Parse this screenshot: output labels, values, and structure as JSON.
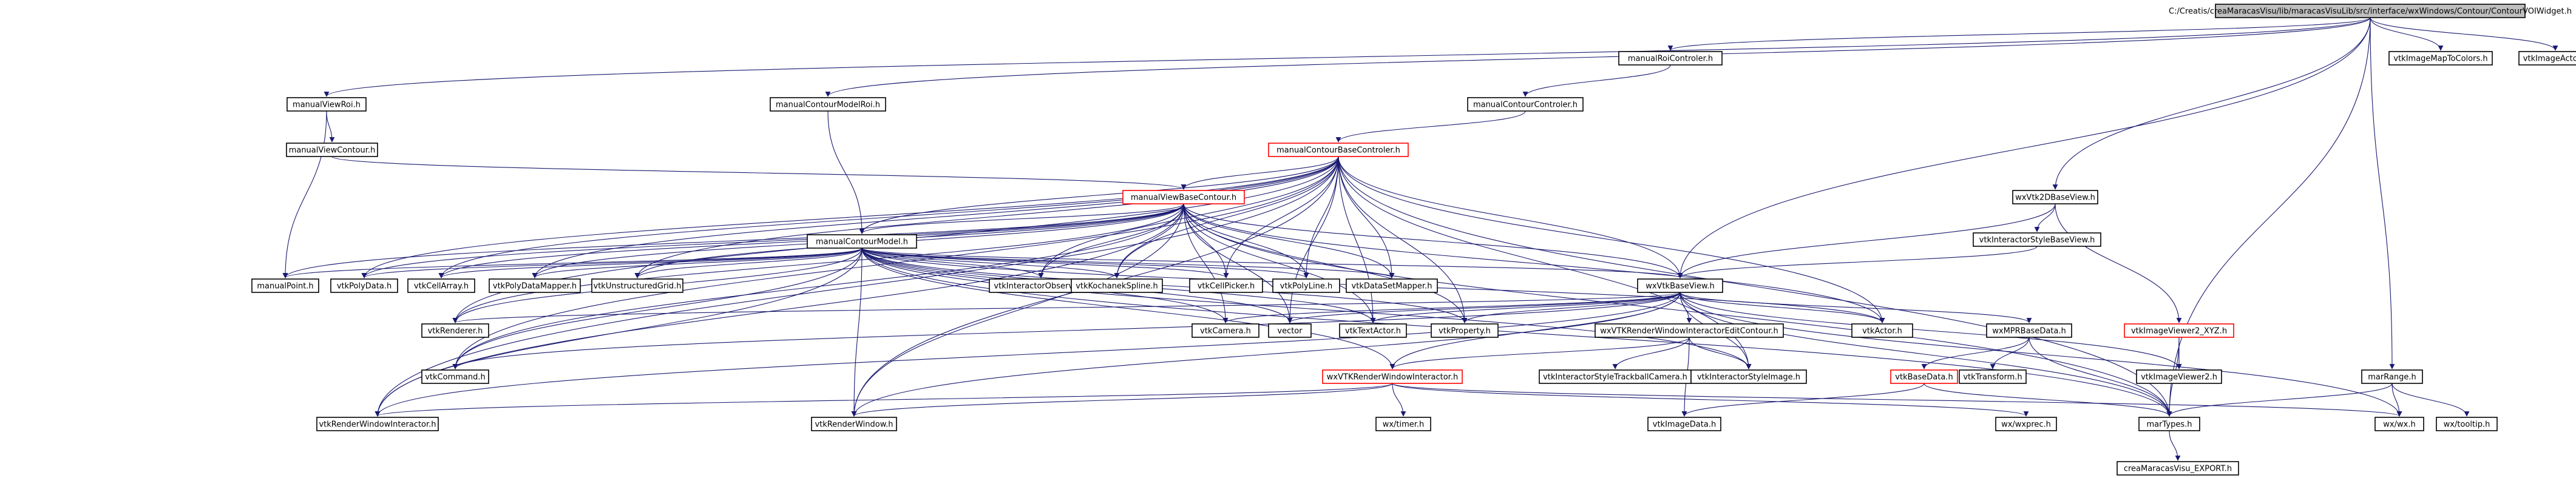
{
  "diagram": {
    "colors": {
      "edge": "#191970",
      "root_fill": "#bfbfbf",
      "node_border": "#000000",
      "undocumented_border": "#ff0000"
    },
    "nodes": {
      "root": "C:/Creatis/creaMaracasVisu/lib/maracasVisuLib/src/interface/wxWindows/Contour/ContourVOIWidget.h",
      "manualRoiControler": "manualRoiControler.h",
      "vtkImageMapToColors": "vtkImageMapToColors.h",
      "vtkImageActor": "vtkImageActor.h",
      "manualViewRoi": "manualViewRoi.h",
      "manualContourModelRoi": "manualContourModelRoi.h",
      "manualContourControler": "manualContourControler.h",
      "manualViewContour": "manualViewContour.h",
      "manualContourBaseControler": "manualContourBaseControler.h",
      "wxVtk2DBaseView": "wxVtk2DBaseView.h",
      "manualViewBaseContour": "manualViewBaseContour.h",
      "vtkInteractorStyleBaseView": "vtkInteractorStyleBaseView.h",
      "marRangeParent": "",
      "manualContourModel": "manualContourModel.h",
      "manualPoint": "manualPoint.h",
      "vtkPolyData": "vtkPolyData.h",
      "vtkCellArray": "vtkCellArray.h",
      "vtkPolyDataMapper": "vtkPolyDataMapper.h",
      "vtkUnstructuredGrid": "vtkUnstructuredGrid.h",
      "vtkInteractorObserver": "vtkInteractorObserver.h",
      "vtkKochanekSpline": "vtkKochanekSpline.h",
      "vtkCellPicker": "vtkCellPicker.h",
      "vtkPolyLine": "vtkPolyLine.h",
      "vtkDataSetMapper": "vtkDataSetMapper.h",
      "wxVtkBaseView": "wxVtkBaseView.h",
      "vtkRenderer": "vtkRenderer.h",
      "vtkCamera": "vtkCamera.h",
      "vector": "vector",
      "vtkTextActor": "vtkTextActor.h",
      "vtkProperty": "vtkProperty.h",
      "wxVTKRenderWindowInteractorEditContour": "wxVTKRenderWindowInteractorEditContour.h",
      "vtkActor": "vtkActor.h",
      "wxMPRBaseData": "wxMPRBaseData.h",
      "vtkImageViewer2_XYZ": "vtkImageViewer2_XYZ.h",
      "vtkCommand": "vtkCommand.h",
      "wxVTKRenderWindowInteractor": "wxVTKRenderWindowInteractor.h",
      "vtkInteractorStyleTrackballCamera": "vtkInteractorStyleTrackballCamera.h",
      "vtkInteractorStyleImage": "vtkInteractorStyleImage.h",
      "vtkBaseData": "vtkBaseData.h",
      "vtkTransform": "vtkTransform.h",
      "vtkImageViewer2": "vtkImageViewer2.h",
      "marRange": "marRange.h",
      "vtkRenderWindowInteractor": "vtkRenderWindowInteractor.h",
      "vtkRenderWindow": "vtkRenderWindow.h",
      "wxTimer": "wx/timer.h",
      "vtkImageData": "vtkImageData.h",
      "wxWxprec": "wx/wxprec.h",
      "marTypes": "marTypes.h",
      "wxWx": "wx/wx.h",
      "wxTooltip": "wx/tooltip.h",
      "creaMaracasVisuExport": "creaMaracasVisu_EXPORT.h"
    }
  }
}
